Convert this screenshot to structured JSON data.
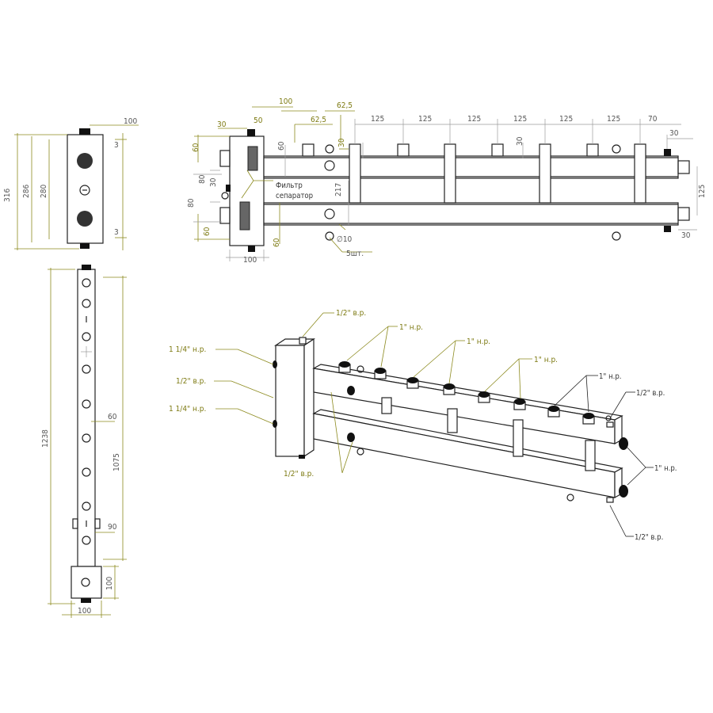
{
  "side_view": {
    "dims": {
      "total_height": "316",
      "height_286": "286",
      "height_280": "280",
      "width": "100",
      "gap_top": "3",
      "gap_bottom": "3"
    }
  },
  "long_view": {
    "dims": {
      "total_length": "1238",
      "length_1075": "1075",
      "d60": "60",
      "d90": "90",
      "box_height": "100",
      "box_width": "100"
    }
  },
  "front_view": {
    "dims": {
      "d100_top": "100",
      "d50": "50",
      "d30_left": "30",
      "d62_5_a": "62,5",
      "d62_5_b": "62,5",
      "spacing": [
        "125",
        "125",
        "125",
        "125",
        "125",
        "125"
      ],
      "d70": "70",
      "d30_right": "30",
      "d60_left_top": "60",
      "d80_a": "80",
      "d30_mid": "30",
      "d80_b": "80",
      "d60_left_bottom": "60",
      "d60_inner": "60",
      "d30_inner_a": "30",
      "d30_inner_b": "30",
      "d217": "217",
      "d60_bottom": "60",
      "d125_right": "125",
      "d30_bottom_right": "30",
      "d100_bottom": "100"
    },
    "hole": "∅10",
    "hole_count": "5шт.",
    "filter_label_1": "Фильтр",
    "filter_label_2": "сепаратор"
  },
  "iso_view": {
    "callouts": {
      "top_vent": "1/2\" в.р.",
      "inlet_top": "1 1/4\" н.р.",
      "mid_port": "1/2\" в.р.",
      "inlet_bottom": "1 1/4\" н.р.",
      "outlets": [
        "1\" н.р.",
        "1\" н.р.",
        "1\" н.р.",
        "1\" н.р."
      ],
      "right_top": "1/2\" в.р.",
      "right_ends": "1\" н.р.",
      "side_ports": "1/2\" в.р.",
      "right_bottom": "1/2\" в.р."
    }
  },
  "colors": {
    "outline": "#222222",
    "dimension": "#9a9a9a",
    "leader": "#8c8a1e"
  }
}
